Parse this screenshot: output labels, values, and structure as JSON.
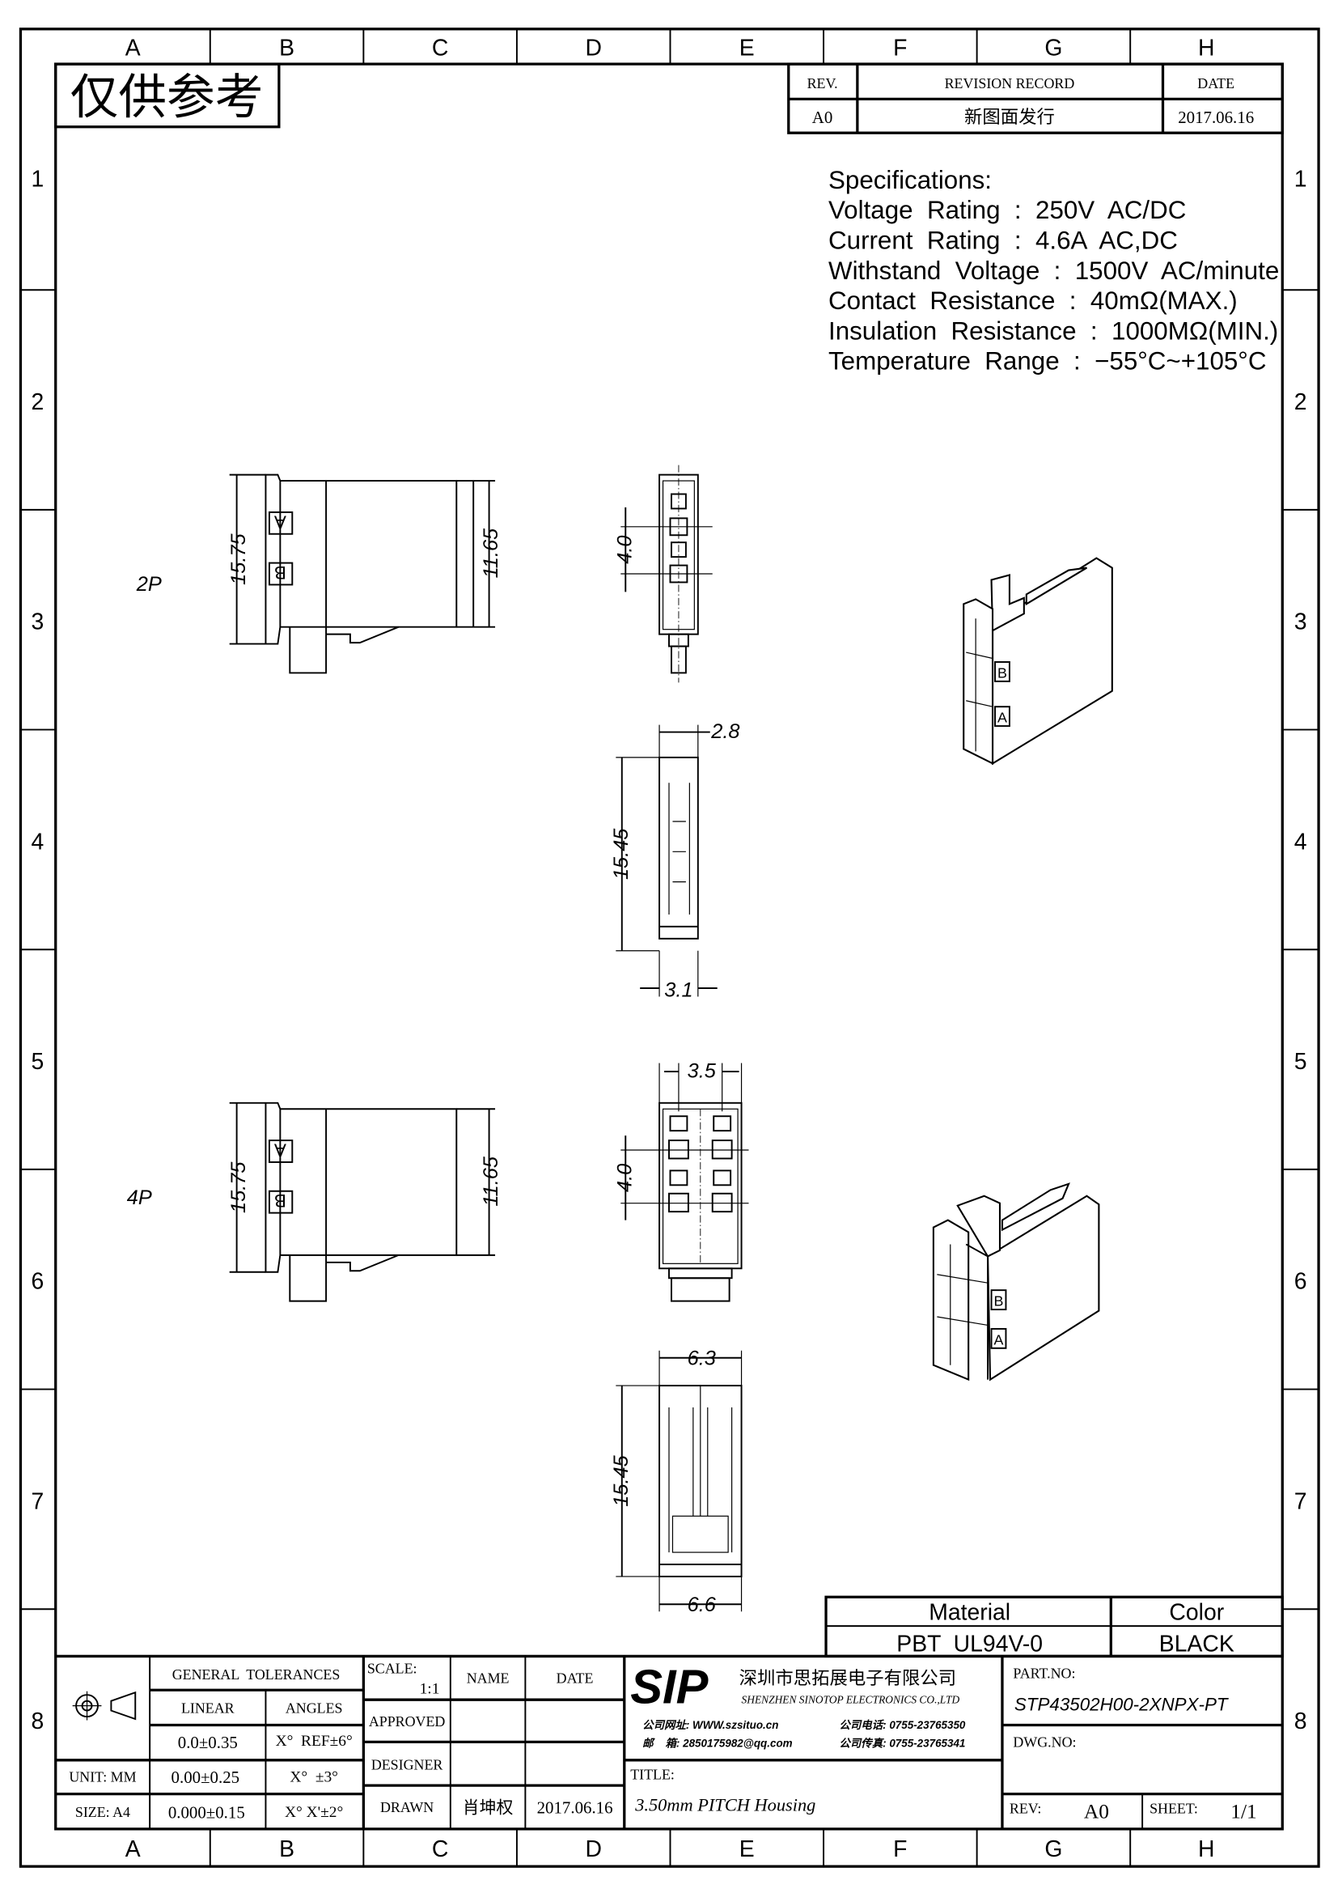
{
  "frame": {
    "columns": [
      "A",
      "B",
      "C",
      "D",
      "E",
      "F",
      "G",
      "H"
    ],
    "rows": [
      "1",
      "2",
      "3",
      "4",
      "5",
      "6",
      "7",
      "8"
    ]
  },
  "watermark": "仅供参考",
  "revision": {
    "headers": [
      "REV.",
      "REVISION RECORD",
      "DATE"
    ],
    "row": [
      "A0",
      "新图面发行",
      "2017.06.16"
    ]
  },
  "specs": {
    "title": "Specifications:",
    "lines": [
      "Voltage  Rating  :  250V  AC/DC",
      "Current  Rating  :  4.6A  AC,DC",
      "Withstand  Voltage  :  1500V  AC/minute",
      "Contact  Resistance  :  40mΩ(MAX.)",
      "Insulation  Resistance  :  1000MΩ(MIN.)",
      "Temperature  Range  :  −55°C~+105°C"
    ]
  },
  "views": {
    "p2": {
      "label": "2P",
      "height": "15.75",
      "inner": "11.65",
      "pitch": "4.0",
      "side_len": "15.45",
      "top_w": "2.8",
      "bot_w": "3.1",
      "marks": [
        "A",
        "B"
      ]
    },
    "p4": {
      "label": "4P",
      "height": "15.75",
      "inner": "11.65",
      "pitch": "4.0",
      "top_pitch": "3.5",
      "side_len": "15.45",
      "top_w": "6.3",
      "bot_w": "6.6",
      "marks": [
        "A",
        "B"
      ]
    }
  },
  "material": {
    "h_material": "Material",
    "h_color": "Color",
    "material": "PBT  UL94V-0",
    "color": "BLACK"
  },
  "titleblock": {
    "gen_tol": "GENERAL  TOLERANCES",
    "linear": "LINEAR",
    "angles": "ANGLES",
    "lin1": "0.0±0.35",
    "ang1": "X°  REF±6°",
    "unit": "UNIT: MM",
    "lin2": "0.00±0.25",
    "ang2": "X°  ±3°",
    "size": "SIZE: A4",
    "lin3": "0.000±0.15",
    "ang3": "X° X'±2°",
    "scale_label": "SCALE:",
    "scale": "1:1",
    "name": "NAME",
    "date": "DATE",
    "approved": "APPROVED",
    "designer": "DESIGNER",
    "drawn": "DRAWN",
    "drawn_name": "肖坤权",
    "drawn_date": "2017.06.16",
    "company_cn": "深圳市思拓展电子有限公司",
    "company_en": "SHENZHEN SINOTOP ELECTRONICS CO.,LTD",
    "web": "公司网址: WWW.szsituo.cn",
    "email": "邮    箱: 2850175982@qq.com",
    "tel": "公司电话: 0755-23765350",
    "fax": "公司传真: 0755-23765341",
    "logo": "SIP",
    "logo_color": "#2f9be6",
    "title_label": "TITLE:",
    "title": "3.50mm PITCH Housing",
    "part_label": "PART.NO:",
    "part": "STP43502H00-2XNPX-PT",
    "dwg_label": "DWG.NO:",
    "rev_label": "REV:",
    "rev": "A0",
    "sheet_label": "SHEET:",
    "sheet": "1/1"
  }
}
